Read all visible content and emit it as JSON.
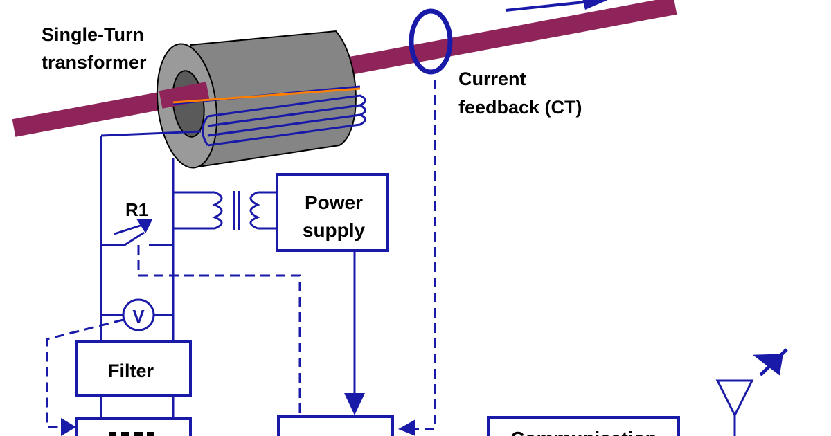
{
  "labels": {
    "transformer": [
      "Single-Turn",
      "transformer"
    ],
    "current_feedback": [
      "Current",
      "feedback (CT)"
    ],
    "r1": "R1",
    "power_supply": [
      "Power",
      "supply"
    ],
    "voltmeter": "V",
    "filter": "Filter",
    "communication_partial": "Communication"
  },
  "colors": {
    "conductor": "#8e2459",
    "circuit": "#1a1aa8",
    "core_side": "#858585",
    "core_face": "#9a9a9a",
    "core_hole": "#4a4a4a",
    "winding_highlight": "#ff8000"
  }
}
